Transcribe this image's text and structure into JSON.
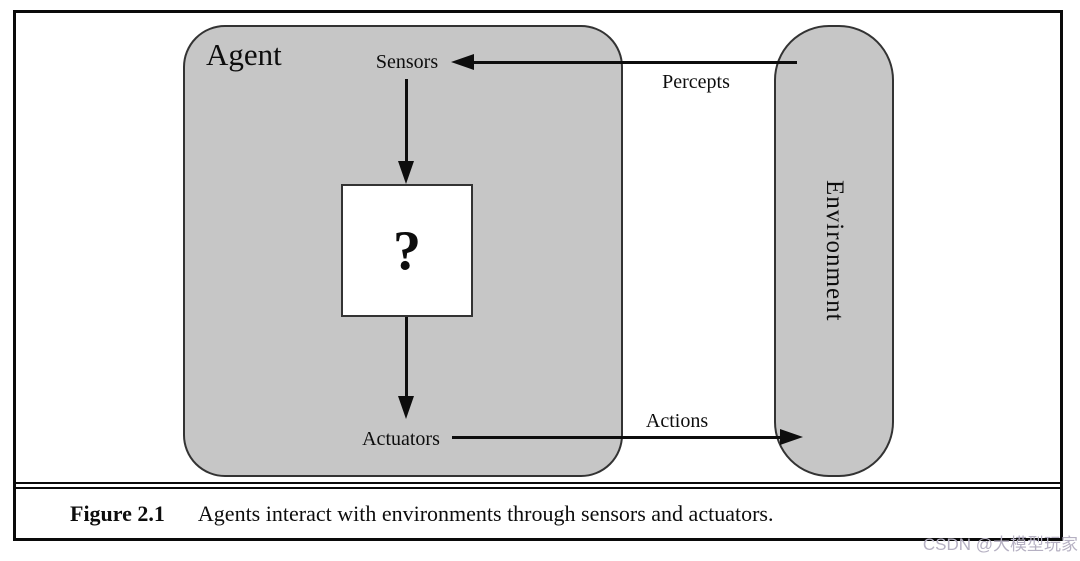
{
  "figure": {
    "agent_label": "Agent",
    "sensors_label": "Sensors",
    "actuators_label": "Actuators",
    "program_symbol": "?",
    "environment_label": "Environment",
    "percepts_label": "Percepts",
    "actions_label": "Actions"
  },
  "caption": {
    "figure_number": "Figure 2.1",
    "text": "Agents interact with environments through sensors and actuators."
  },
  "watermark": "CSDN @大模型玩家",
  "colors": {
    "node-fill": "#c6c6c6",
    "node-border": "#333333",
    "ink": "#0d0d0d",
    "frame": "#0a0a0a",
    "watermark": "#b5b0c2"
  }
}
